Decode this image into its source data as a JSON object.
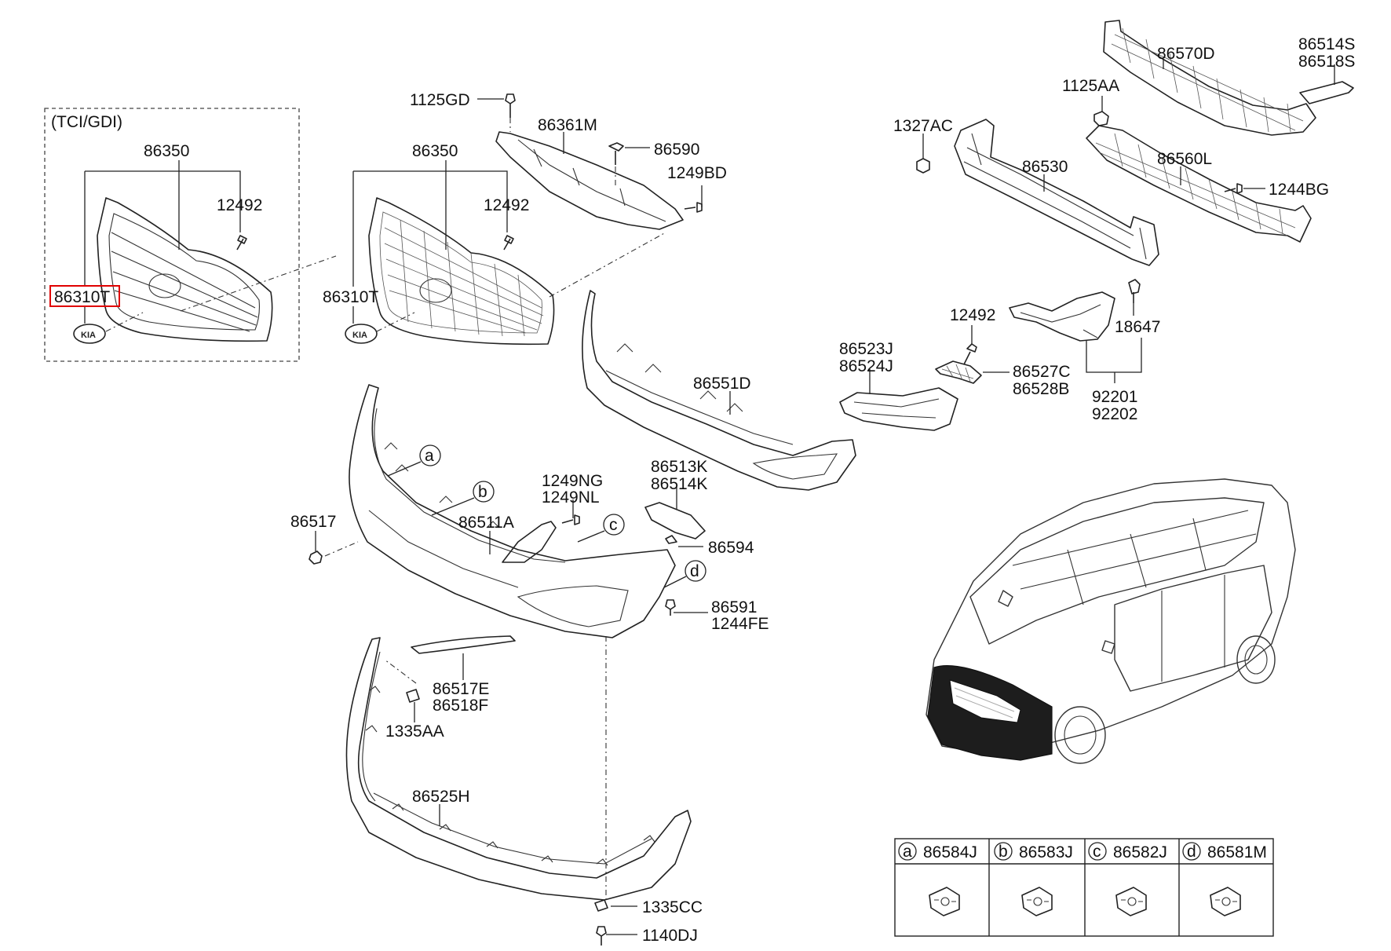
{
  "variant_label": "(TCI/GDI)",
  "highlight_color": "#e00000",
  "callouts": {
    "g1_grille_assy": "86350",
    "g1_screw": "12492",
    "g1_emblem": "86310T",
    "g2_grille_assy": "86350",
    "g2_screw": "12492",
    "g2_emblem": "86310T",
    "bolt_top": "1125GD",
    "cover_top": "86361M",
    "clip_top": "86590",
    "bolt_right": "1249BD",
    "absorber": "86570D",
    "bracket_a": "86514S",
    "bracket_b": "86518S",
    "nut_1125aa": "1125AA",
    "nut_1327ac": "1327AC",
    "beam": "86530",
    "lower_mesh": "86560L",
    "screw_1244bg": "1244BG",
    "screw_12492_fog": "12492",
    "holder_18647": "18647",
    "fog_a": "92201",
    "fog_b": "92202",
    "cover_a": "86523J",
    "cover_b": "86524J",
    "cap_a": "86527C",
    "cap_b": "86528B",
    "lower_skin": "86551D",
    "bracket_c": "86513K",
    "bracket_d": "86514K",
    "bolt_ng": "1249NG",
    "bolt_nl": "1249NL",
    "retainer": "86511A",
    "cap_86517": "86517",
    "clip_86594": "86594",
    "screw_86591": "86591",
    "screw_1244fe": "1244FE",
    "molding_a": "86517E",
    "molding_b": "86518F",
    "clip_1335aa": "1335AA",
    "under_cover": "86525H",
    "clip_1335cc": "1335CC",
    "bolt_1140dj": "1140DJ"
  },
  "ref_markers": {
    "a": "a",
    "b": "b",
    "c": "c",
    "d": "d"
  },
  "legend_table": [
    {
      "marker": "a",
      "part": "86584J"
    },
    {
      "marker": "b",
      "part": "86583J"
    },
    {
      "marker": "c",
      "part": "86582J"
    },
    {
      "marker": "d",
      "part": "86581M"
    }
  ]
}
